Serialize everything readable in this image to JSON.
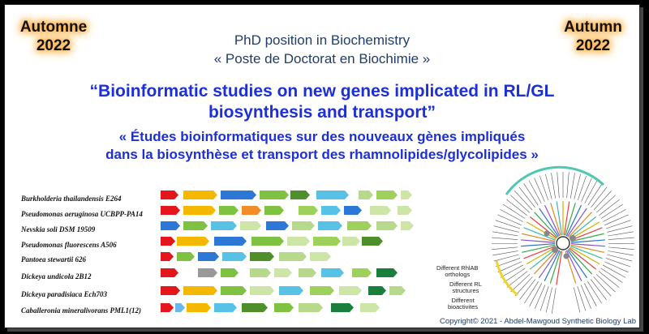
{
  "season_left": {
    "line1": "Automne",
    "line2": "2022"
  },
  "season_right": {
    "line1": "Autumn",
    "line2": "2022"
  },
  "title_en": "PhD position in Biochemistry",
  "title_fr": "« Poste de Doctorat en Biochimie »",
  "project_en": {
    "line1": "“Bioinformatic studies on new genes implicated in RL/GL",
    "line2": "biosynthesis and transport”"
  },
  "project_fr": {
    "line1": "« Études bioinformatiques sur des nouveaux gènes impliqués",
    "line2": "dans la biosynthèse et transport des rhamnolipides/glycolipides »"
  },
  "organisms": [
    "Burkholderia thailandensis E264",
    "Pseudomonas aeruginosa UCBPP-PA14",
    "Nevskia soli DSM 19509",
    "Pseudomonas fluorescens A506",
    "Pantoea stewartii 626",
    "Dickeya undicola 2B12",
    "Dickeya paradisiaca Ech703",
    "Caballeronia mineralivorans PML1(12)"
  ],
  "annotations": {
    "a1": {
      "line1": "Different RhlAB",
      "line2": "orthologs"
    },
    "a2": {
      "line1": "Different RL",
      "line2": "structures"
    },
    "a3": {
      "line1": "Different",
      "line2": "bioactivites"
    }
  },
  "copyright": "Copyright© 2021 - Abdel-Mawgoud Synthetic Biology Lab",
  "colors": {
    "title": "#1f3d6b",
    "project": "#1d2fd6",
    "glow": "#ff8c00",
    "rhlA": "#e4161b",
    "rhlB": "#f5b800",
    "rhlC": "#2d77d6"
  }
}
